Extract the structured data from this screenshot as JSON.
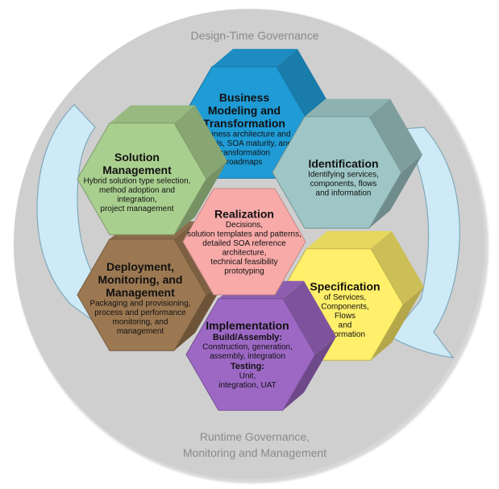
{
  "governance": {
    "top_label": "Design-Time Governance",
    "bottom_label_line1": "Runtime Governance,",
    "bottom_label_line2": "Monitoring and Management"
  },
  "colors": {
    "outer_circle": "#cfcfcf",
    "business": "#1f9bd6",
    "identification": "#9ec6c6",
    "specification": "#ffef6a",
    "implementation": "#9d68c4",
    "deployment": "#9c7852",
    "solution": "#a9cf8f",
    "realization": "#f7aaa8",
    "arrow": "#cdeaf6"
  },
  "hexagons": {
    "business": {
      "title": [
        "Business",
        "Modeling and",
        "Transformation"
      ],
      "body": [
        "Business architecture and",
        "models, SOA maturity, and",
        "transformation",
        "roadmaps"
      ]
    },
    "identification": {
      "title": [
        "Identification"
      ],
      "body": [
        "Identifying services,",
        "components, flows",
        "and information"
      ]
    },
    "specification": {
      "title": [
        "Specification"
      ],
      "body": [
        "of Services,",
        "Components,",
        "Flows",
        "and",
        "Information"
      ]
    },
    "implementation": {
      "title": [
        "Implementation"
      ],
      "sub1": "Build/Assembly:",
      "body1": [
        "Construction, generation,",
        "assembly, integration"
      ],
      "sub2": "Testing:",
      "body2": [
        "Unit,",
        "integration, UAT"
      ]
    },
    "deployment": {
      "title": [
        "Deployment,",
        "Monitoring, and",
        "Management"
      ],
      "body": [
        "Packaging and provisioning,",
        "process and performance",
        "monitoring, and",
        "management"
      ]
    },
    "solution": {
      "title": [
        "Solution",
        "Management"
      ],
      "body": [
        "Hybrid solution type selection,",
        "method adoption and",
        "integration,",
        "project management"
      ]
    },
    "realization": {
      "title": [
        "Realization"
      ],
      "body": [
        "Decisions,",
        "solution templates and patterns,",
        "detailed SOA reference",
        "architecture,",
        "technical feasibility",
        "prototyping"
      ]
    }
  }
}
